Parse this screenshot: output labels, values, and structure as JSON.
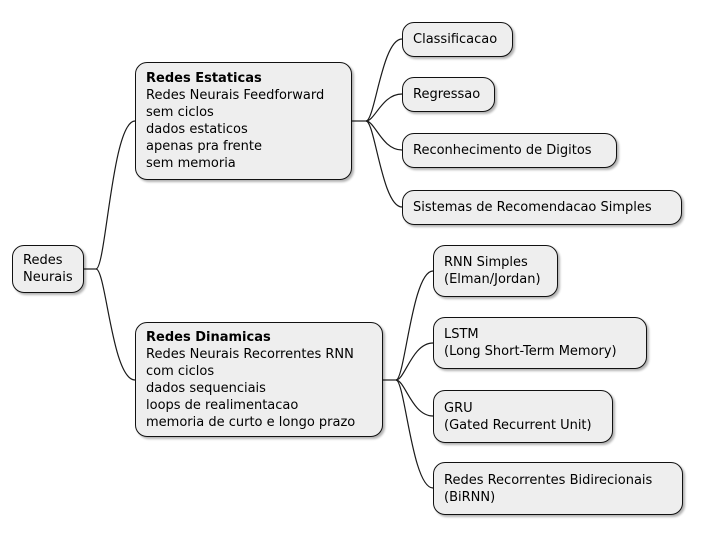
{
  "colors": {
    "node_fill": "#eeeeee",
    "node_border": "#111111",
    "connector": "#1a1a1a",
    "background": "#ffffff"
  },
  "mindmap": {
    "root": {
      "lines": [
        "Redes",
        "Neurais"
      ]
    },
    "branches": [
      {
        "title": "Redes Estaticas",
        "details": [
          "Redes Neurais Feedforward",
          "sem ciclos",
          "dados estaticos",
          "apenas pra frente",
          "sem memoria"
        ],
        "children": [
          {
            "lines": [
              "Classificacao"
            ]
          },
          {
            "lines": [
              "Regressao"
            ]
          },
          {
            "lines": [
              "Reconhecimento de Digitos"
            ]
          },
          {
            "lines": [
              "Sistemas de Recomendacao Simples"
            ]
          }
        ]
      },
      {
        "title": "Redes Dinamicas",
        "details": [
          "Redes Neurais Recorrentes RNN",
          "com ciclos",
          "dados sequenciais",
          "loops de realimentacao",
          "memoria de curto e longo prazo"
        ],
        "children": [
          {
            "lines": [
              "RNN Simples",
              "(Elman/Jordan)"
            ]
          },
          {
            "lines": [
              "LSTM",
              "(Long Short-Term Memory)"
            ]
          },
          {
            "lines": [
              "GRU",
              "(Gated Recurrent Unit)"
            ]
          },
          {
            "lines": [
              "Redes Recorrentes Bidirecionais",
              "(BiRNN)"
            ]
          }
        ]
      }
    ]
  }
}
